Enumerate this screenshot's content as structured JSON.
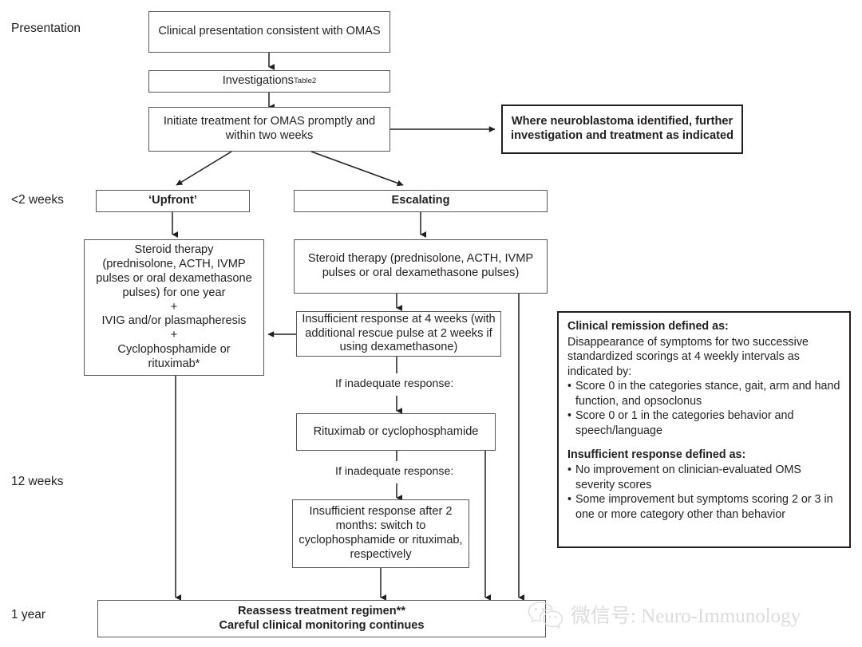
{
  "diagram": {
    "title": "OMAS treatment algorithm flowchart",
    "stage_labels": [
      {
        "id": "presentation",
        "text": "Presentation"
      },
      {
        "id": "lt2weeks",
        "text": "<2 weeks"
      },
      {
        "id": "12weeks",
        "text": "12 weeks"
      },
      {
        "id": "1year",
        "text": "1 year"
      }
    ],
    "nodes": {
      "clinical_presentation": "Clinical presentation consistent with OMAS",
      "investigations": "Investigations",
      "investigations_sup": "Table2",
      "initiate_treatment": "Initiate treatment for OMAS promptly and within two weeks",
      "neuroblastoma": "Where neuroblastoma identified, further investigation and treatment as indicated",
      "upfront": "‘Upfront’",
      "escalating": "Escalating",
      "upfront_regimen_line1": "Steroid therapy",
      "upfront_regimen_line2": "(prednisolone, ACTH, IVMP",
      "upfront_regimen_line3": "pulses or oral dexamethasone",
      "upfront_regimen_line4": "pulses) for one year",
      "upfront_regimen_plus1": "+",
      "upfront_regimen_line5": "IVIG and/or plasmapheresis",
      "upfront_regimen_plus2": "+",
      "upfront_regimen_line6": "Cyclophosphamide or",
      "upfront_regimen_line7": "rituximab*",
      "escalating_steroid": "Steroid therapy (prednisolone, ACTH, IVMP pulses or oral dexamethasone pulses)",
      "insufficient_4weeks": "Insufficient response at 4 weeks (with additional rescue pulse at 2 weeks if using dexamethasone)",
      "rituximab_cyclo": "Rituximab or cyclophosphamide",
      "insufficient_2months": "Insufficient response after 2 months: switch to cyclophosphamide or rituximab, respectively",
      "reassess_line1": "Reassess treatment regimen**",
      "reassess_line2": "Careful clinical monitoring continues"
    },
    "edge_labels": [
      {
        "id": "inadequate-1",
        "text": "If inadequate response:"
      },
      {
        "id": "inadequate-2",
        "text": "If inadequate response:"
      }
    ],
    "legend": {
      "remission_heading": "Clinical remission defined as:",
      "remission_body": "Disappearance of symptoms for two successive standardized scorings at 4 weekly intervals as indicated by:",
      "remission_bullets": [
        "Score 0 in the categories stance, gait, arm and hand function, and opsoclonus",
        "Score 0 or 1 in the categories behavior and speech/language"
      ],
      "insufficient_heading": "Insufficient response defined as:",
      "insufficient_bullets": [
        "No improvement on clinician-evaluated OMS severity scores",
        "Some improvement but symptoms scoring 2 or 3 in one or more category other than behavior"
      ]
    },
    "watermark": {
      "text": "微信号: Neuro-Immunology"
    },
    "colors": {
      "box_border": "#58595b",
      "thick_border": "#231f20",
      "text": "#231f20",
      "background": "#ffffff",
      "watermark": "#dcdcdc"
    }
  }
}
